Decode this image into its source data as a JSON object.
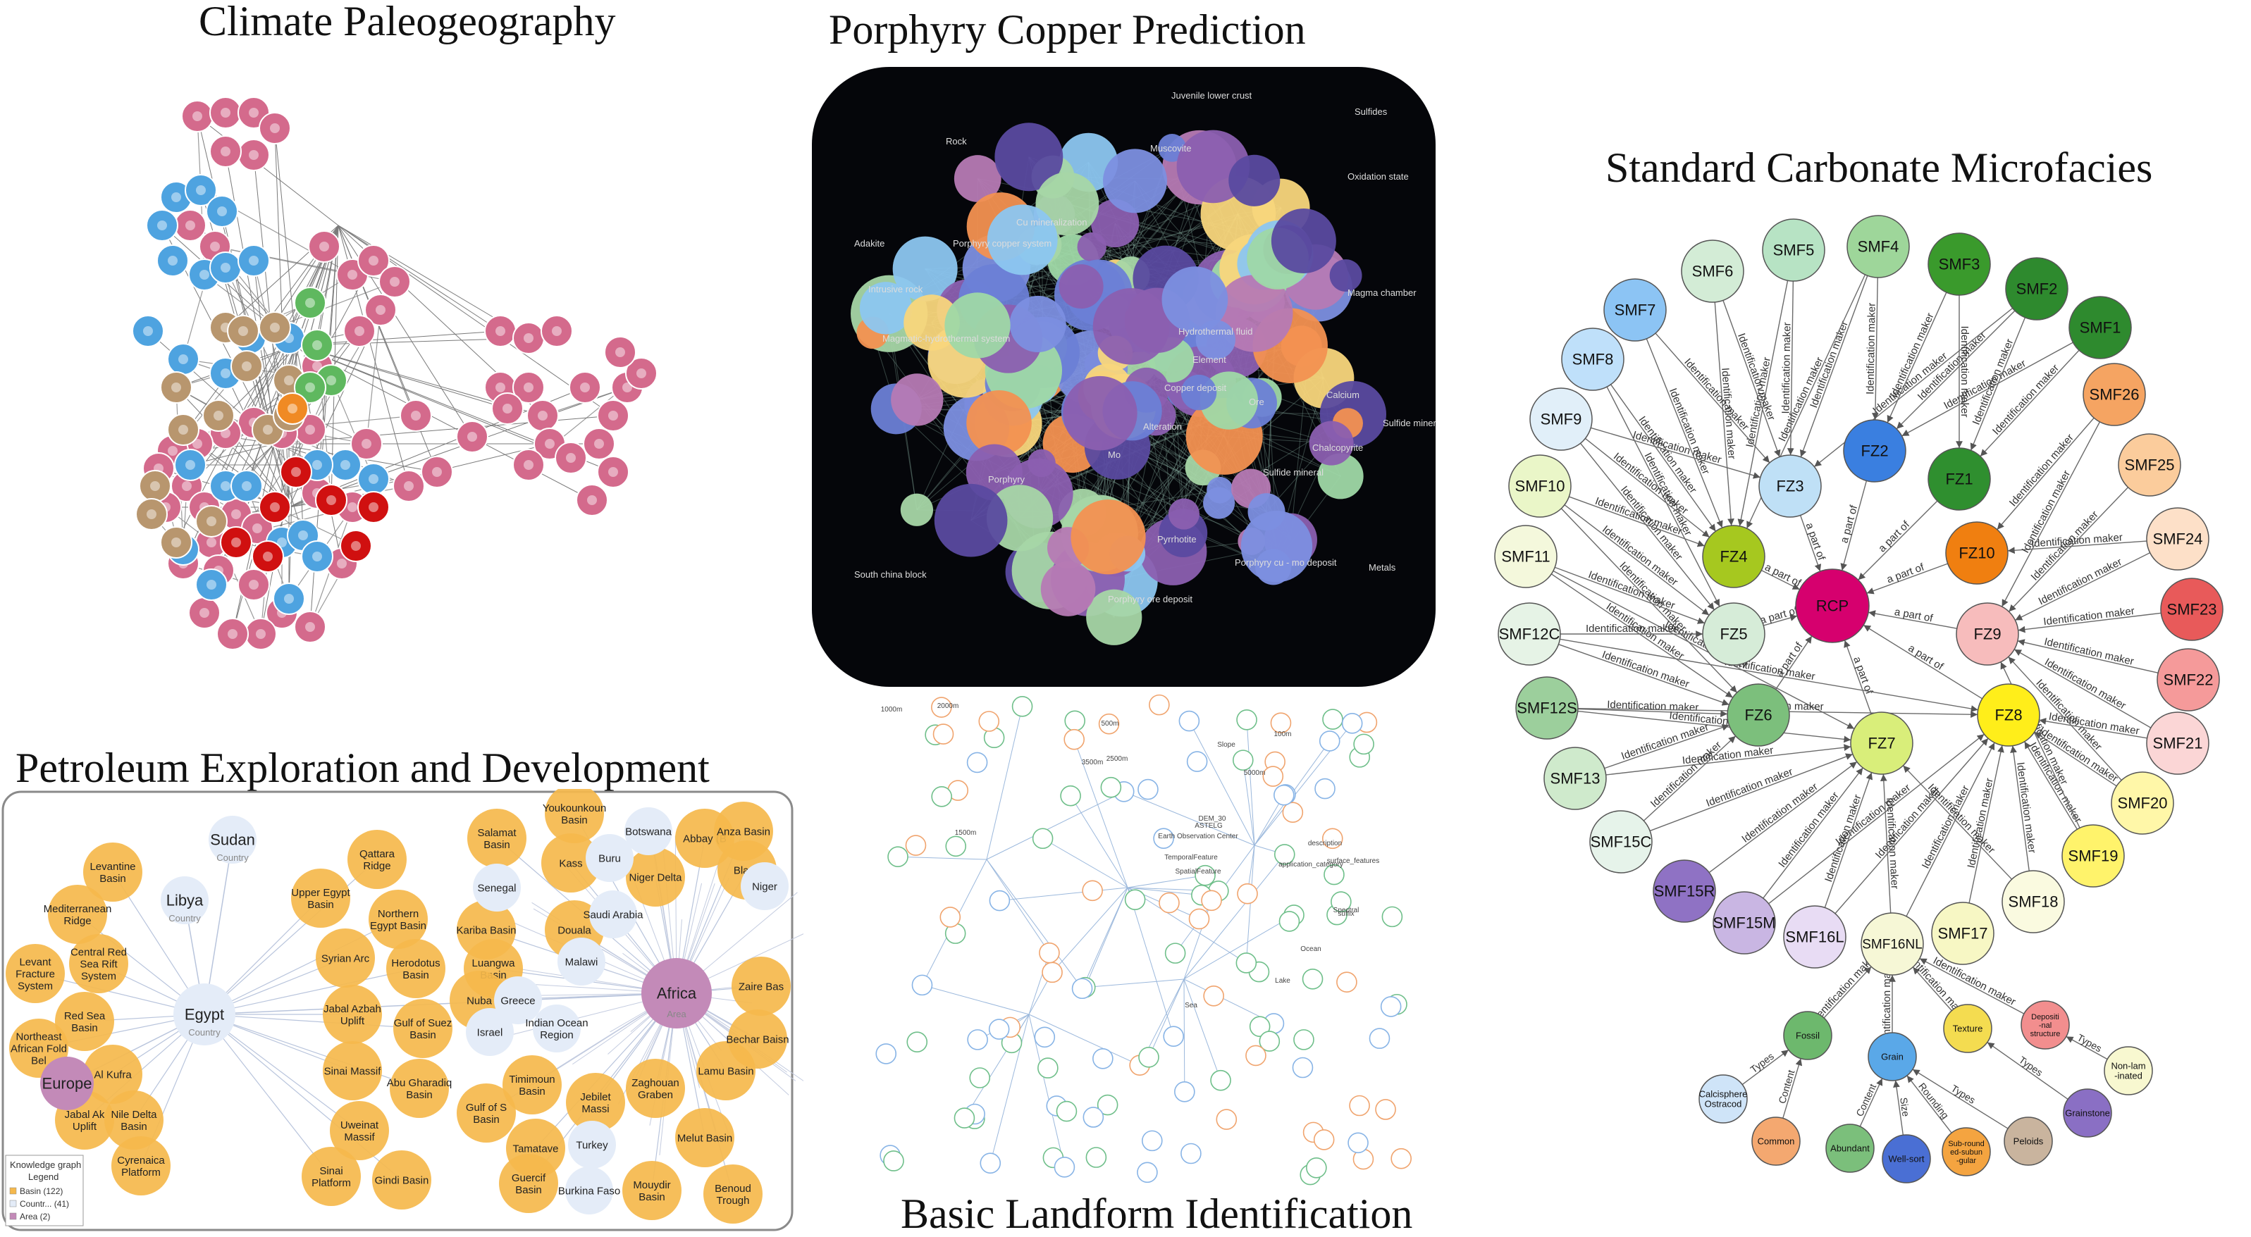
{
  "titles": {
    "climate": "Climate Paleogeography",
    "porphyry": "Porphyry Copper Prediction",
    "carbonate": "Standard Carbonate Microfacies",
    "petroleum": "Petroleum Exploration and Development",
    "landform": "Basic Landform Identification"
  },
  "colors": {
    "climate_pink": "#d46a8c",
    "climate_blue": "#4ea3e0",
    "climate_tan": "#b8966e",
    "climate_green": "#5fb85f",
    "climate_red": "#d01010",
    "climate_orange": "#f08a24",
    "porphyry_bg": "#05060a",
    "petroleum_orange": "#f5b84c",
    "petroleum_lavender": "#e4ecf8",
    "petroleum_purple": "#c38ab8",
    "carbonate_center": "#d6006e"
  },
  "petroleum": {
    "legend_title1": "Knowledge graph",
    "legend_title2": "Legend",
    "legend_items": [
      "Basin (122)",
      "Countr... (41)",
      "Area (2)"
    ],
    "country_label": "Country",
    "area_label": "Area",
    "nodes": [
      {
        "id": "Sudan",
        "label": "Sudan",
        "type": "country"
      },
      {
        "id": "Libya",
        "label": "Libya",
        "type": "country"
      },
      {
        "id": "Egypt",
        "label": "Egypt",
        "type": "country"
      },
      {
        "id": "Europe",
        "label": "Europe",
        "type": "area"
      },
      {
        "id": "Africa",
        "label": "Africa",
        "type": "area"
      },
      {
        "id": "Senegal",
        "label": "Senegal",
        "type": "country"
      },
      {
        "id": "Botswana",
        "label": "Botswana",
        "type": "country"
      },
      {
        "id": "SaudiArabia",
        "label": "Saudi Arabia",
        "type": "country"
      },
      {
        "id": "Malawi",
        "label": "Malawi",
        "type": "country"
      },
      {
        "id": "Greece",
        "label": "Greece",
        "type": "country"
      },
      {
        "id": "Israel",
        "label": "Israel",
        "type": "country"
      },
      {
        "id": "Turkey",
        "label": "Turkey",
        "type": "country"
      },
      {
        "id": "BurkinaFaso",
        "label": "Burkina Faso",
        "type": "country"
      },
      {
        "id": "Niger",
        "label": "Niger",
        "type": "country"
      },
      {
        "id": "Buru",
        "label": "Buru",
        "type": "country"
      },
      {
        "id": "IndianOcean",
        "label": "Indian Ocean Region",
        "type": "country"
      },
      {
        "id": "Levantine",
        "label": "Levantine Basin",
        "type": "basin"
      },
      {
        "id": "MedRidge",
        "label": "Mediterranean Ridge",
        "type": "basin"
      },
      {
        "id": "CentralRed",
        "label": "Central Red Sea Rift System",
        "type": "basin"
      },
      {
        "id": "LevantFracture",
        "label": "Levant Fracture System",
        "type": "basin"
      },
      {
        "id": "RedSea",
        "label": "Red Sea Basin",
        "type": "basin"
      },
      {
        "id": "Northeast",
        "label": "Northeast African Fold Bel",
        "type": "basin"
      },
      {
        "id": "AlKufra",
        "label": "Al Kufra",
        "type": "basin"
      },
      {
        "id": "JabalAk",
        "label": "Jabal Ak Uplift",
        "type": "basin"
      },
      {
        "id": "NileDelta",
        "label": "Nile Delta Basin",
        "type": "basin"
      },
      {
        "id": "Cyrenaica",
        "label": "Cyrenaica Platform",
        "type": "basin"
      },
      {
        "id": "Qattara",
        "label": "Qattara Ridge",
        "type": "basin"
      },
      {
        "id": "UpperEgypt",
        "label": "Upper Egypt Basin",
        "type": "basin"
      },
      {
        "id": "NorthernEgypt",
        "label": "Northern Egypt Basin",
        "type": "basin"
      },
      {
        "id": "SyrianArc",
        "label": "Syrian Arc",
        "type": "basin"
      },
      {
        "id": "Herodotus",
        "label": "Herodotus Basin",
        "type": "basin"
      },
      {
        "id": "JabalAzbah",
        "label": "Jabal Azbah Uplift",
        "type": "basin"
      },
      {
        "id": "GulfSuez",
        "label": "Gulf of Suez Basin",
        "type": "basin"
      },
      {
        "id": "SinaiMassif",
        "label": "Sinai Massif",
        "type": "basin"
      },
      {
        "id": "AbuGharadiq",
        "label": "Abu Gharadiq Basin",
        "type": "basin"
      },
      {
        "id": "Uweinat",
        "label": "Uweinat Massif",
        "type": "basin"
      },
      {
        "id": "SinaiPlatform",
        "label": "Sinai Platform",
        "type": "basin"
      },
      {
        "id": "Gindi",
        "label": "Gindi Basin",
        "type": "basin"
      },
      {
        "id": "Salamat",
        "label": "Salamat Basin",
        "type": "basin"
      },
      {
        "id": "Youkounkoun",
        "label": "Youkounkoun Basin",
        "type": "basin"
      },
      {
        "id": "Kass",
        "label": "Kass",
        "type": "basin"
      },
      {
        "id": "Kariba",
        "label": "Kariba Basin",
        "type": "basin"
      },
      {
        "id": "Luangwa",
        "label": "Luangwa Basin",
        "type": "basin"
      },
      {
        "id": "Douala",
        "label": "Douala",
        "type": "basin"
      },
      {
        "id": "Nuba",
        "label": "Nuba",
        "type": "basin"
      },
      {
        "id": "NigerDelta",
        "label": "Niger Delta",
        "type": "basin"
      },
      {
        "id": "Abbay",
        "label": "Abbay (B",
        "type": "basin"
      },
      {
        "id": "Anza",
        "label": "Anza Basin",
        "type": "basin"
      },
      {
        "id": "Blapir",
        "label": "Blapir",
        "type": "basin"
      },
      {
        "id": "Timimoun",
        "label": "Timimoun Basin",
        "type": "basin"
      },
      {
        "id": "GulfOfS",
        "label": "Gulf of S Basin",
        "type": "basin"
      },
      {
        "id": "Jebilet",
        "label": "Jebilet Massi",
        "type": "basin"
      },
      {
        "id": "Zaghouan",
        "label": "Zaghouan Graben",
        "type": "basin"
      },
      {
        "id": "Lamu",
        "label": "Lamu Basin",
        "type": "basin"
      },
      {
        "id": "Bechar",
        "label": "Bechar Baisn",
        "type": "basin"
      },
      {
        "id": "Melut",
        "label": "Melut Basin",
        "type": "basin"
      },
      {
        "id": "Tamatave",
        "label": "Tamatave",
        "type": "basin"
      },
      {
        "id": "Guercif",
        "label": "Guercif Basin",
        "type": "basin"
      },
      {
        "id": "Moudir",
        "label": "Mouydir Basin",
        "type": "basin"
      },
      {
        "id": "Benoud",
        "label": "Benoud Trough",
        "type": "basin"
      },
      {
        "id": "Zaire",
        "label": "Zaire Bas",
        "type": "basin"
      }
    ]
  },
  "carbonate": {
    "edge_identification": "Identification maker",
    "edge_part": "a part of",
    "nodes": [
      {
        "id": "RCP",
        "label": "RCP",
        "color": "#d6006e"
      },
      {
        "id": "FZ1",
        "label": "FZ1",
        "color": "#2f8f2f"
      },
      {
        "id": "FZ2",
        "label": "FZ2",
        "color": "#3a7fe0"
      },
      {
        "id": "FZ3",
        "label": "FZ3",
        "color": "#bfe0f6"
      },
      {
        "id": "FZ4",
        "label": "FZ4",
        "color": "#a6c81f"
      },
      {
        "id": "FZ5",
        "label": "FZ5",
        "color": "#d6ecd8"
      },
      {
        "id": "FZ6",
        "label": "FZ6",
        "color": "#7cbf7c"
      },
      {
        "id": "FZ7",
        "label": "FZ7",
        "color": "#d9ee7a"
      },
      {
        "id": "FZ8",
        "label": "FZ8",
        "color": "#ffee1a"
      },
      {
        "id": "FZ9",
        "label": "FZ9",
        "color": "#f7bcbc"
      },
      {
        "id": "FZ10",
        "label": "FZ10",
        "color": "#f07f10"
      },
      {
        "id": "SMF1",
        "label": "SMF1",
        "color": "#2e8a2e"
      },
      {
        "id": "SMF2",
        "label": "SMF2",
        "color": "#2e8a2e"
      },
      {
        "id": "SMF3",
        "label": "SMF3",
        "color": "#3a9a2c"
      },
      {
        "id": "SMF4",
        "label": "SMF4",
        "color": "#9ed69a"
      },
      {
        "id": "SMF5",
        "label": "SMF5",
        "color": "#b7e3c4"
      },
      {
        "id": "SMF6",
        "label": "SMF6",
        "color": "#d3ecd6"
      },
      {
        "id": "SMF7",
        "label": "SMF7",
        "color": "#8cc4f4"
      },
      {
        "id": "SMF8",
        "label": "SMF8",
        "color": "#bfe0fa"
      },
      {
        "id": "SMF9",
        "label": "SMF9",
        "color": "#e1eff9"
      },
      {
        "id": "SMF10",
        "label": "SMF10",
        "color": "#eaf6c8"
      },
      {
        "id": "SMF11",
        "label": "SMF11",
        "color": "#f4f8dc"
      },
      {
        "id": "SMF12C",
        "label": "SMF12C",
        "color": "#e6f3e6"
      },
      {
        "id": "SMF12S",
        "label": "SMF12S",
        "color": "#9ccf9c"
      },
      {
        "id": "SMF13",
        "label": "SMF13",
        "color": "#cfeacc"
      },
      {
        "id": "SMF15C",
        "label": "SMF15C",
        "color": "#e6f3ea"
      },
      {
        "id": "SMF15R",
        "label": "SMF15R",
        "color": "#8f72c4"
      },
      {
        "id": "SMF15M",
        "label": "SMF15M",
        "color": "#c9b6e3"
      },
      {
        "id": "SMF16L",
        "label": "SMF16L",
        "color": "#e8dcf4"
      },
      {
        "id": "SMF16NL",
        "label": "SMF16NL",
        "color": "#f6f7d6"
      },
      {
        "id": "SMF17",
        "label": "SMF17",
        "color": "#f7f7c4"
      },
      {
        "id": "SMF18",
        "label": "SMF18",
        "color": "#fafae0"
      },
      {
        "id": "SMF19",
        "label": "SMF19",
        "color": "#fff36b"
      },
      {
        "id": "SMF20",
        "label": "SMF20",
        "color": "#fff7a8"
      },
      {
        "id": "SMF21",
        "label": "SMF21",
        "color": "#fbd6d6"
      },
      {
        "id": "SMF22",
        "label": "SMF22",
        "color": "#f59a9a"
      },
      {
        "id": "SMF23",
        "label": "SMF23",
        "color": "#e85a5a"
      },
      {
        "id": "SMF24",
        "label": "SMF24",
        "color": "#fde0c8"
      },
      {
        "id": "SMF25",
        "label": "SMF25",
        "color": "#fbcc9c"
      },
      {
        "id": "SMF26",
        "label": "SMF26",
        "color": "#f5a462"
      },
      {
        "id": "Fossil",
        "label": "Fossil",
        "color": "#6db86d"
      },
      {
        "id": "Grain",
        "label": "Grain",
        "color": "#5aa8e8"
      },
      {
        "id": "Texture",
        "label": "Texture",
        "color": "#f4dc50"
      },
      {
        "id": "Deposit",
        "label": "Depositi -nal structure",
        "color": "#f28e8e"
      },
      {
        "id": "Calcisphere",
        "label": "Calcisphere Ostracod",
        "color": "#cfe4f8"
      },
      {
        "id": "Common",
        "label": "Common",
        "color": "#f4a870"
      },
      {
        "id": "Abundant",
        "label": "Abundant",
        "color": "#7bbf7b"
      },
      {
        "id": "Wellsort",
        "label": "Well-sort",
        "color": "#4a6fd4"
      },
      {
        "id": "Subround",
        "label": "Sub-round ed-subun -gular",
        "color": "#f4a440"
      },
      {
        "id": "Peloids",
        "label": "Peloids",
        "color": "#c9b49e"
      },
      {
        "id": "Grainstone",
        "label": "Grainstone",
        "color": "#8a6fc4"
      },
      {
        "id": "Nonlam",
        "label": "Non-lam -inated",
        "color": "#f8f8d0"
      }
    ],
    "attribute_labels": [
      "Types",
      "Content",
      "Content",
      "Size",
      "Rounding",
      "Types",
      "Types",
      "Types"
    ]
  },
  "porphyry": {
    "labels": [
      "Juvenile lower crust",
      "Sulfides",
      "Rock",
      "Muscovite",
      "Oxidation state",
      "Cu mineralization",
      "Porphyry copper system",
      "Magma chamber",
      "Intrusive rock",
      "Magmatic-hydrothermal system",
      "Hydrothermal fluid",
      "Copper deposit",
      "Porphyry",
      "Alteration",
      "Sulfide mineralization",
      "Sulfide mineral",
      "South china block",
      "Porphyry cu - mo deposit",
      "Pyrrhotite",
      "Metals",
      "Porphyry ore deposit",
      "Calcium",
      "Chalcopyrite",
      "Element",
      "Adakite",
      "Mo",
      "Ore"
    ]
  },
  "landform": {
    "labels": [
      "1000m",
      "2000m",
      "500m",
      "100m",
      "2500m",
      "3500m",
      "1500m",
      "5000m",
      "DEM_30",
      "ASTELG",
      "Slope",
      "Earth Observation Center",
      "TemporalFeature",
      "SpatialFeature",
      "Spectral",
      "suffix",
      "description",
      "surface_features",
      "application_category",
      "Ocean",
      "Lake",
      "Sea"
    ]
  }
}
